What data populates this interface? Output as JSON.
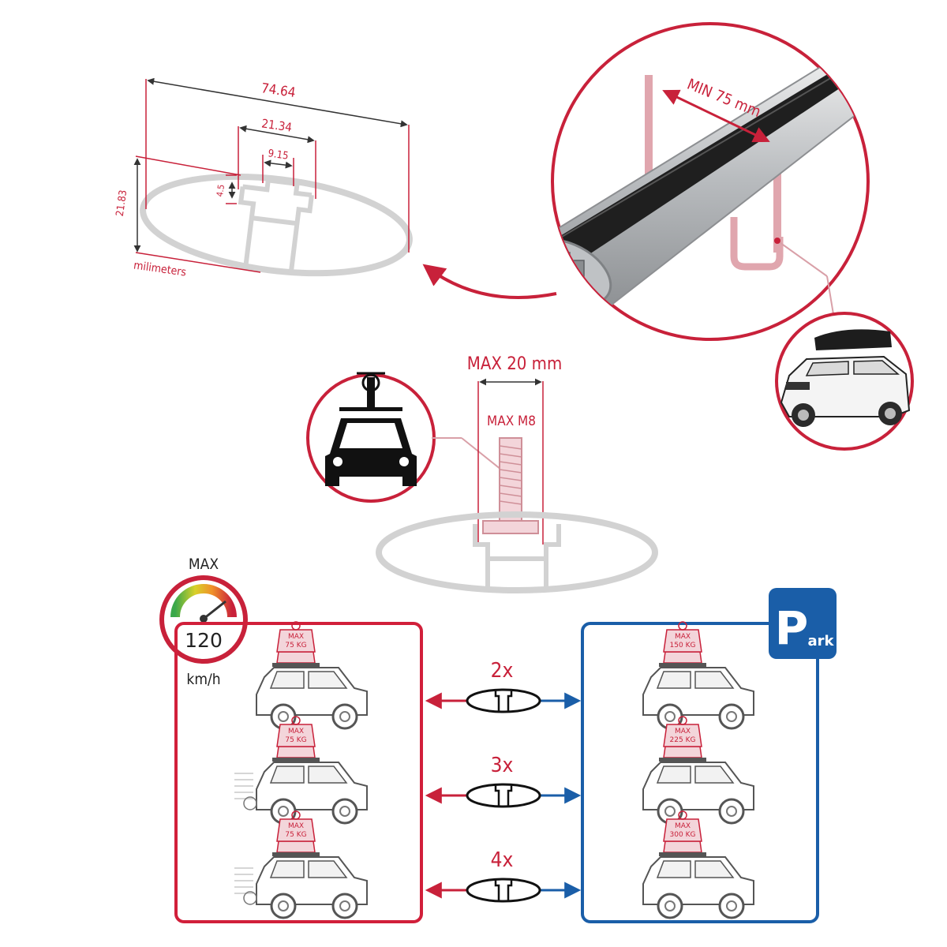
{
  "profile_dimensions": {
    "overall_width": "74.64",
    "slot_outer_width": "21.34",
    "slot_inner_width": "9.15",
    "slot_depth": "4.5",
    "height": "21.83",
    "unit_label": "milimeters"
  },
  "ubolt": {
    "min_label": "MIN 75 mm"
  },
  "tbolt": {
    "max_width_label": "MAX 20 mm",
    "max_thread_label": "MAX M8"
  },
  "speed": {
    "max_label": "MAX",
    "value": "120",
    "unit": "km/h"
  },
  "park": {
    "big_letter": "P",
    "small_text": "ark"
  },
  "load_rows": [
    {
      "bars": "2x",
      "drive_sign": [
        "MAX",
        "75 KG"
      ],
      "park_sign": [
        "MAX",
        "150 KG"
      ]
    },
    {
      "bars": "3x",
      "drive_sign": [
        "MAX",
        "75 KG"
      ],
      "park_sign": [
        "MAX",
        "225 KG"
      ]
    },
    {
      "bars": "4x",
      "drive_sign": [
        "MAX",
        "75 KG"
      ],
      "park_sign": [
        "MAX",
        "300 KG"
      ]
    }
  ],
  "colors": {
    "accent_red": "#c8213a",
    "accent_blue": "#1a5ea8",
    "outline_gray": "#cfcfcf"
  }
}
